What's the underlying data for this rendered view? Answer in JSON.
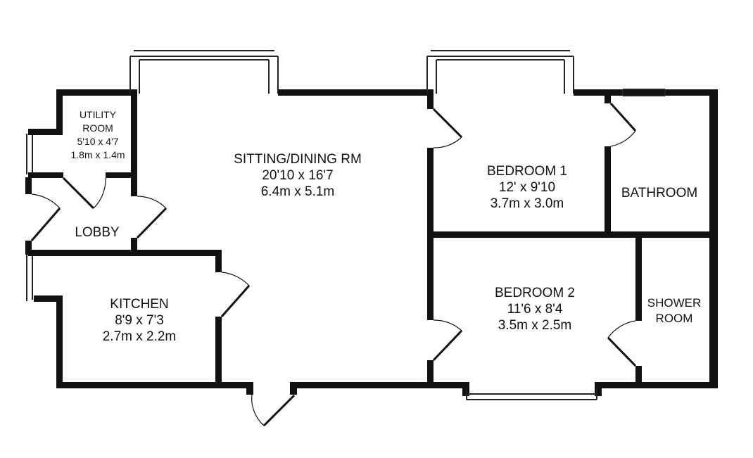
{
  "rooms": {
    "sitting_dining": {
      "name": "SITTING/DINING RM",
      "imperial": "20'10 x 16'7",
      "metric": "6.4m x 5.1m"
    },
    "bedroom1": {
      "name": "BEDROOM 1",
      "imperial": "12' x 9'10",
      "metric": "3.7m x 3.0m"
    },
    "bedroom2": {
      "name": "BEDROOM 2",
      "imperial": "11'6 x 8'4",
      "metric": "3.5m x 2.5m"
    },
    "bathroom": {
      "name": "BATHROOM"
    },
    "shower_room": {
      "name_line1": "SHOWER",
      "name_line2": "ROOM"
    },
    "kitchen": {
      "name": "KITCHEN",
      "imperial": "8'9 x 7'3",
      "metric": "2.7m x 2.2m"
    },
    "lobby": {
      "name": "LOBBY"
    },
    "utility_room": {
      "name_line1": "UTILITY",
      "name_line2": "ROOM",
      "imperial": "5'10 x 4'7",
      "metric": "1.8m x 1.4m"
    }
  }
}
